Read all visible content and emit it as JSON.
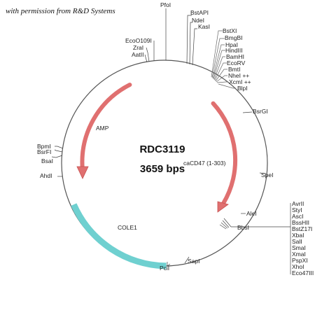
{
  "credit": "with permission from R&D Systems",
  "plasmid": {
    "name": "RDC3119",
    "size": "3659 bps"
  },
  "features": {
    "amp": "AMP",
    "insert": "caCD47 (1-303)",
    "ori": "COLE1"
  },
  "colors": {
    "backbone": "#555555",
    "arrow": "#e07070",
    "arrow_stroke": "#c85050",
    "ori": "#6fd0d0",
    "leader": "#444444"
  },
  "sites": {
    "PfoI": "PfoI",
    "BstAPI": "BstAPI",
    "NdeI": "NdeI",
    "KasI": "KasI",
    "EcoO109I": "EcoO109I",
    "ZraI": "ZraI",
    "AatII": "AatII",
    "BstXI": "BstXI",
    "BmgBI": "BmgBI",
    "HpaI": "HpaI",
    "HindIII": "HindIII",
    "BamHI": "BamHI",
    "EcoRV": "EcoRV",
    "BmtI": "BmtI",
    "NheI": "NheI ++",
    "XcmI": "XcmI ++",
    "BlpI": "BlpI",
    "BsrGI": "BsrGI",
    "SpeI": "SpeI",
    "AleI": "AleI",
    "BbsI": "BbsI",
    "SapI": "SapI",
    "PciI": "PciI",
    "AhdI": "AhdI",
    "BsaI": "BsaI",
    "BsrFI": "BsrFI",
    "BpmI": "BpmI"
  },
  "mcs_list": [
    "AvrII",
    "StyI",
    "AscI",
    "BssHII",
    "BstZ17I",
    "XbaI",
    "SalI",
    "SmaI",
    "XmaI",
    "PspXI",
    "XhoI",
    "Eco47III"
  ]
}
